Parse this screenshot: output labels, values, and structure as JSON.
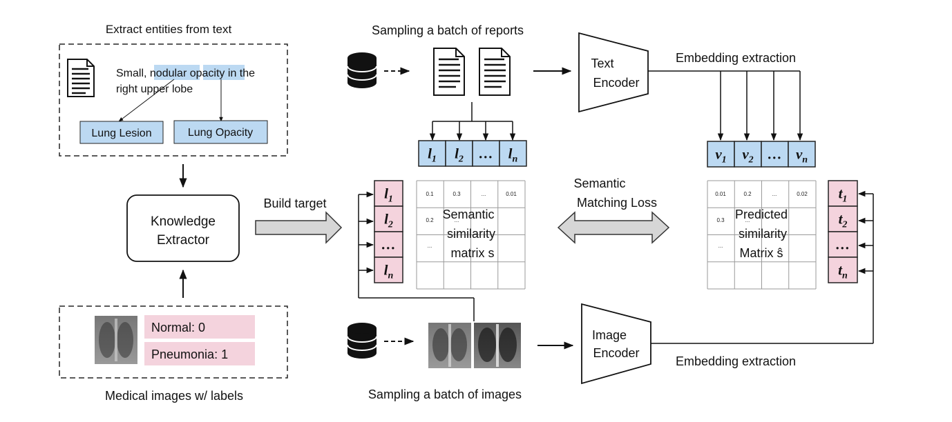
{
  "extract_section": {
    "title": "Extract entities from text",
    "sentence_line1_parts": [
      "Small, ",
      "nodular",
      " ",
      "opacity",
      " in the"
    ],
    "sentence_line2": "right upper lobe",
    "entity_1": "Lung Lesion",
    "entity_2": "Lung Opacity"
  },
  "knowledge_extractor": {
    "line1": "Knowledge",
    "line2": "Extractor"
  },
  "images_section": {
    "label_1": "Normal: 0",
    "label_2": "Pneumonia: 1",
    "caption": "Medical images w/ labels"
  },
  "build_target": "Build target",
  "reports_batch": {
    "title": "Sampling a batch of reports"
  },
  "images_batch": {
    "caption": "Sampling a batch of images"
  },
  "text_encoder": {
    "line1": "Text",
    "line2": "Encoder",
    "embedding_label": "Embedding extraction"
  },
  "image_encoder": {
    "line1": "Image",
    "line2": "Encoder",
    "embedding_label": "Embedding extraction"
  },
  "label_vectors": [
    {
      "sym": "l",
      "sub": "1"
    },
    {
      "sym": "l",
      "sub": "2"
    },
    {
      "sym": "…",
      "sub": ""
    },
    {
      "sym": "l",
      "sub": "n"
    }
  ],
  "text_vectors": [
    {
      "sym": "v",
      "sub": "1"
    },
    {
      "sym": "v",
      "sub": "2"
    },
    {
      "sym": "…",
      "sub": ""
    },
    {
      "sym": "v",
      "sub": "n"
    }
  ],
  "image_vectors": [
    {
      "sym": "t",
      "sub": "1"
    },
    {
      "sym": "t",
      "sub": "2"
    },
    {
      "sym": "…",
      "sub": ""
    },
    {
      "sym": "t",
      "sub": "n"
    }
  ],
  "semantic_matrix": {
    "row0": [
      "0.1",
      "0.3",
      "...",
      "0.01"
    ],
    "row1_first": "0.2",
    "row1_second": "...",
    "row2_first": "...",
    "label_line1": "Semantic",
    "label_line2": "similarity",
    "label_line3": "matrix s"
  },
  "predicted_matrix": {
    "row0": [
      "0.01",
      "0.2",
      "...",
      "0.02"
    ],
    "row1_first": "0.3",
    "row1_second": "...",
    "row2_first": "...",
    "label_line1": "Predicted",
    "label_line2": "similarity",
    "label_line3": "Matrix ŝ"
  },
  "loss": {
    "line1": "Semantic",
    "line2": "Matching Loss"
  },
  "colors": {
    "blue_fill": "#bcd9f2",
    "pink_fill": "#f4d3dd",
    "highlight": "#bcd9f2",
    "arrow_fill": "#d6d6d6"
  }
}
